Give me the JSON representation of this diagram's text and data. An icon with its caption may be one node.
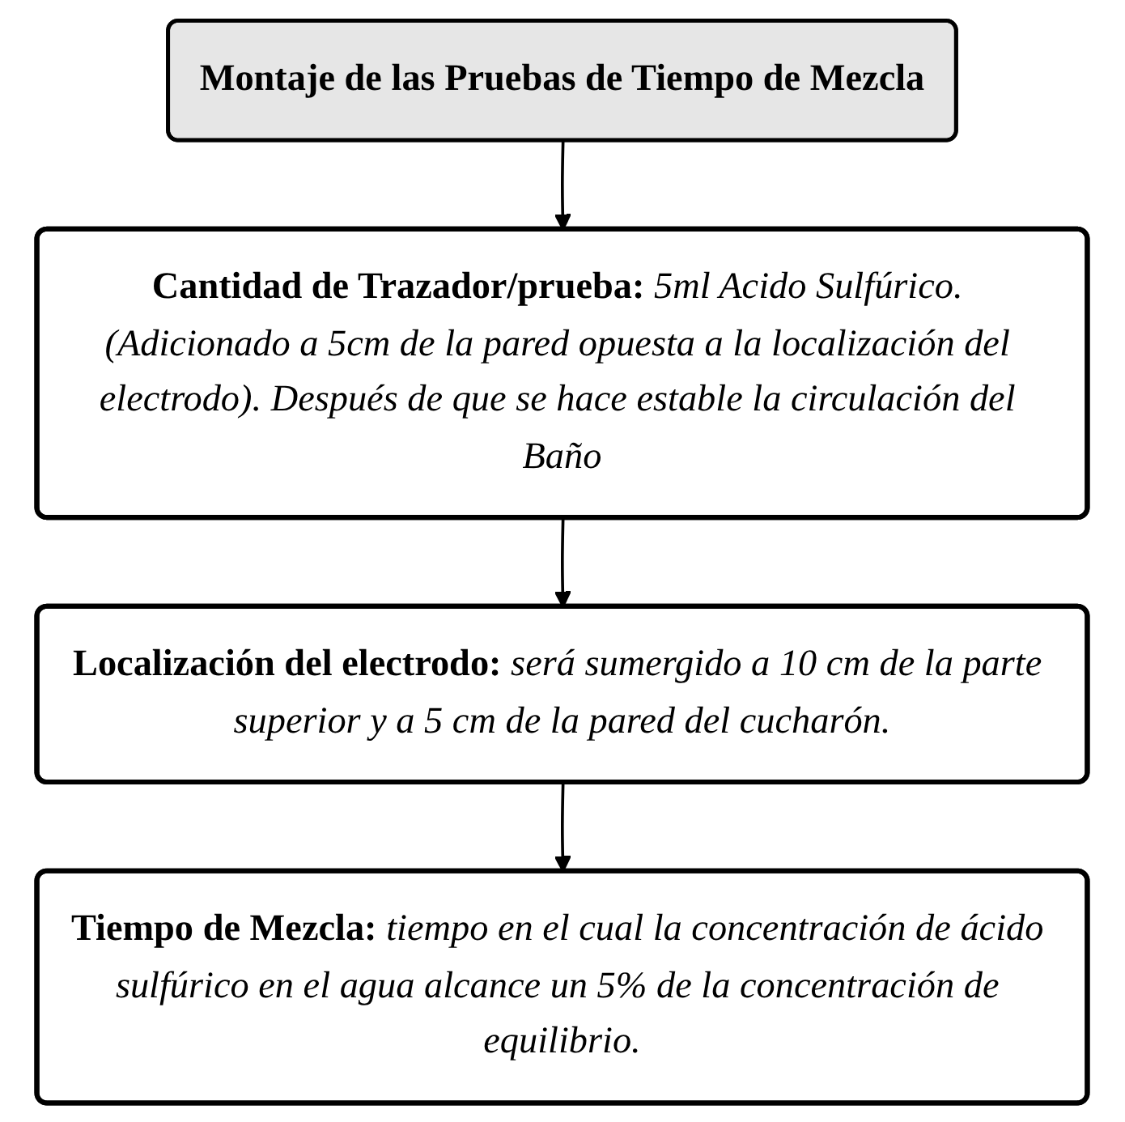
{
  "diagram": {
    "nodes": [
      {
        "text": [
          "Montaje de las Pruebas de Tiempo de Mezcla"
        ]
      },
      {
        "text": [
          "**Cantidad de Trazador/prueba:** *5ml Acido Sulfúrico. (Adicionado a 5cm de la pared opuesta a la localización del electrodo). Después de que se hace estable la circulación del Baño*"
        ]
      },
      {
        "text": [
          "**Localización del electrodo:** *será sumergido a 10 cm de la parte superior y a 5 cm de la pared del cucharón.*"
        ]
      },
      {
        "text": [
          "**Tiempo de Mezcla:** *tiempo en el cual la concentración de ácido sulfúrico en el agua alcance un 5% de la concentración de equilibrio.*"
        ]
      }
    ],
    "edges": [
      {
        "from": 0,
        "to": 1,
        "arrow": "to"
      },
      {
        "from": 1,
        "to": 2,
        "arrow": "to"
      },
      {
        "from": 2,
        "to": 3,
        "arrow": "to"
      }
    ]
  }
}
